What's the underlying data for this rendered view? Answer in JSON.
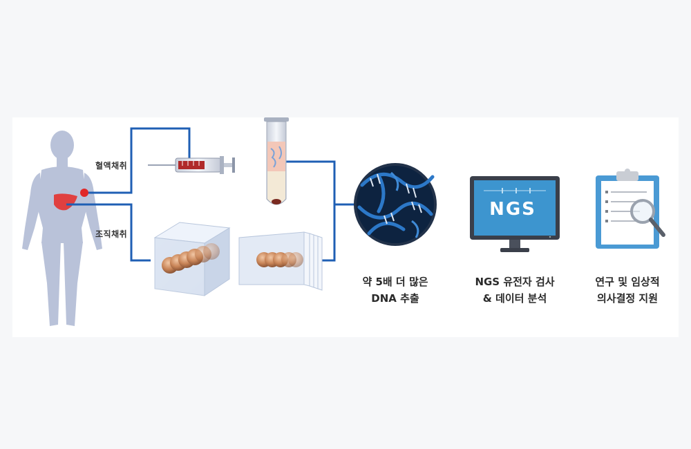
{
  "labels": {
    "blood_collection": "혈액채취",
    "tissue_collection": "조직채취"
  },
  "steps": [
    {
      "line1": "약 5배 더 많은",
      "line2": "DNA 추출"
    },
    {
      "line1": "NGS 유전자 검사",
      "line2": "& 데이터 분석"
    },
    {
      "line1": "연구 및 임상적",
      "line2": "의사결정 지원"
    }
  ],
  "monitor": {
    "text": "NGS"
  },
  "colors": {
    "connector": "#1f5fb4",
    "body": "#b9c2d9",
    "liver": "#e04040",
    "monitor_screen": "#3d95cf"
  }
}
